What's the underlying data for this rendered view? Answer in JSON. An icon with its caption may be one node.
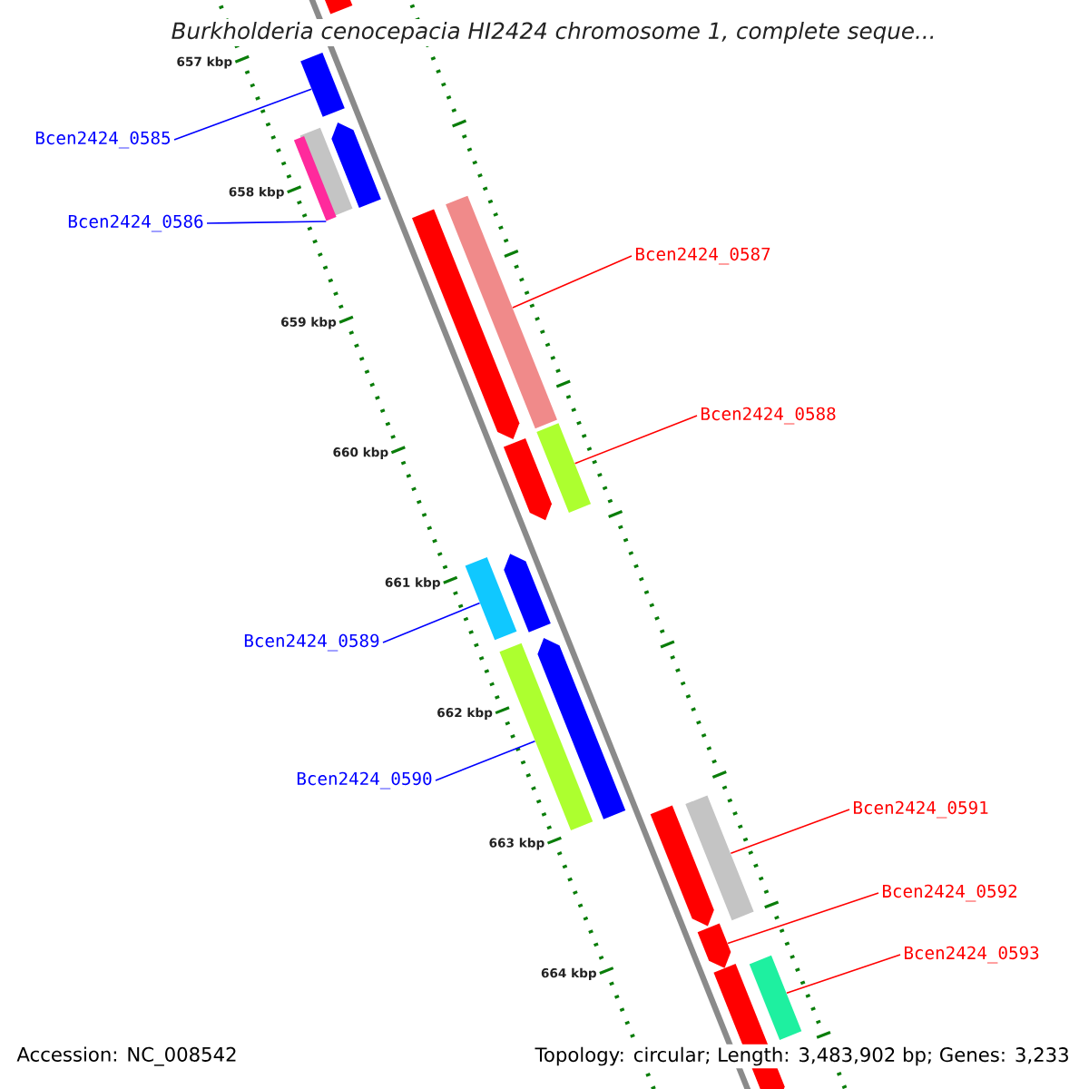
{
  "diagram": {
    "title": "Burkholderia cenocepacia HI2424 chromosome 1, complete seque...",
    "nodes": [
      {
        "text": [
          "Bcen2424_0585"
        ]
      },
      {
        "text": [],
        "shape": "bar"
      },
      {
        "text": [
          "Bcen2424_0586"
        ]
      },
      {
        "text": [],
        "shape": "bar"
      },
      {
        "text": [
          "Bcen2424_0587"
        ]
      },
      {
        "text": [],
        "shape": "bar"
      },
      {
        "text": [
          "Bcen2424_0588"
        ]
      },
      {
        "text": [],
        "shape": "bar"
      },
      {
        "text": [
          "Bcen2424_0589"
        ]
      },
      {
        "text": [],
        "shape": "bar"
      },
      {
        "text": [
          "Bcen2424_0590"
        ]
      },
      {
        "text": [],
        "shape": "bar"
      },
      {
        "text": [
          "Bcen2424_0591"
        ]
      },
      {
        "text": [],
        "shape": "bar"
      },
      {
        "text": [
          "Bcen2424_0592"
        ]
      },
      {
        "text": [],
        "shape": "arrow"
      },
      {
        "text": [
          "Bcen2424_0593"
        ]
      },
      {
        "text": [],
        "shape": "bar"
      },
      {
        "text": [],
        "shape": "bar"
      },
      {
        "text": [],
        "shape": "arrow"
      },
      {
        "text": [],
        "shape": "arrow"
      },
      {
        "text": [],
        "shape": "arrow"
      },
      {
        "text": [],
        "shape": "arrow"
      },
      {
        "text": [],
        "shape": "arrow"
      },
      {
        "text": [],
        "shape": "arrow"
      },
      {
        "text": [],
        "shape": "arrow"
      },
      {
        "text": [],
        "shape": "arrow"
      }
    ],
    "edges": [
      {
        "from": 0,
        "to": 1,
        "arrow": "none",
        "color": "#0000ff"
      },
      {
        "from": 2,
        "to": 3,
        "arrow": "none",
        "color": "#0000ff"
      },
      {
        "from": 4,
        "to": 5,
        "arrow": "none"
      },
      {
        "from": 6,
        "to": 7,
        "arrow": "none"
      },
      {
        "from": 8,
        "to": 9,
        "arrow": "none",
        "color": "#0000ff"
      },
      {
        "from": 10,
        "to": 11,
        "arrow": "none",
        "color": "#0000ff"
      },
      {
        "from": 12,
        "to": 13,
        "arrow": "none"
      },
      {
        "from": 14,
        "to": 15,
        "arrow": "none"
      },
      {
        "from": 16,
        "to": 17,
        "arrow": "none"
      }
    ],
    "labels": [
      "657 kbp",
      "658 kbp",
      "659 kbp",
      "660 kbp",
      "661 kbp",
      "662 kbp",
      "663 kbp",
      "664 kbp",
      "Accession: NC_008542",
      "Topology: circular; Length: 3,483,902 bp; Genes: 3,233"
    ]
  }
}
